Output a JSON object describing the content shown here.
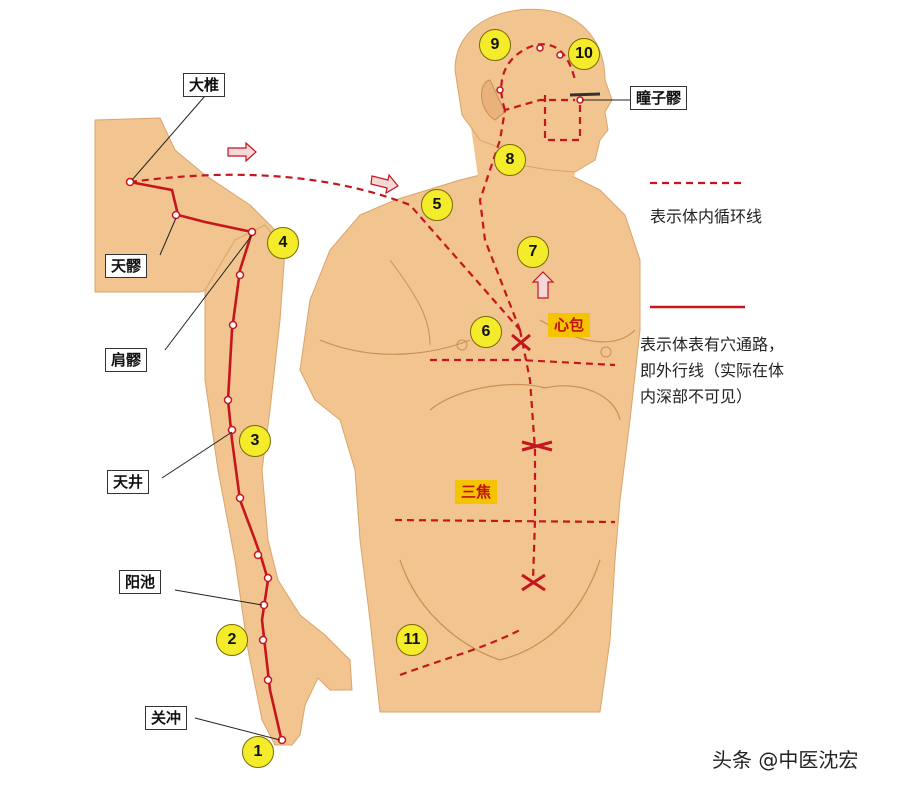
{
  "labels": {
    "dazhui": "大椎",
    "tianliao": "天髎",
    "jianliao": "肩髎",
    "tianjing": "天井",
    "yangchi": "阳池",
    "guanchong": "关冲",
    "tongziliao": "瞳子髎"
  },
  "organs": {
    "xinbao": "心包",
    "sanjiao": "三焦"
  },
  "markers": [
    "1",
    "2",
    "3",
    "4",
    "5",
    "6",
    "7",
    "8",
    "9",
    "10",
    "11"
  ],
  "legend": {
    "internal": "表示体内循环线",
    "external_line1": "表示体表有穴通路，",
    "external_line2": "即外行线（实际在体",
    "external_line3": "内深部不可见）"
  },
  "watermark": "头条 @中医沈宏",
  "colors": {
    "skin": "#f2c48f",
    "skin_shade": "#d9a46c",
    "meridian": "#c4161c",
    "marker_fill": "#f4ec2a",
    "organ_fill": "#f5c400"
  }
}
